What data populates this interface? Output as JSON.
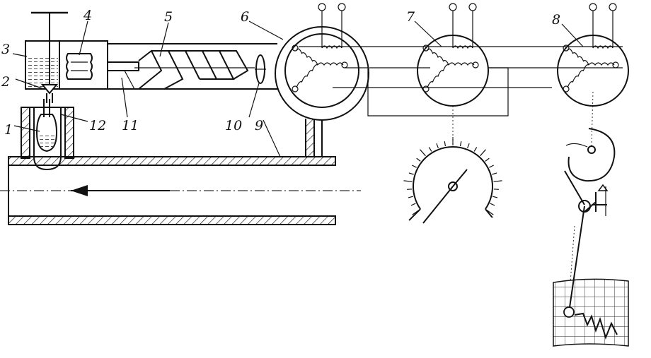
{
  "labels": {
    "n1": "1",
    "n2": "2",
    "n3": "3",
    "n4": "4",
    "n5": "5",
    "n6": "6",
    "n7": "7",
    "n8": "8",
    "n9": "9",
    "n10": "10",
    "n11": "11",
    "n12": "12"
  }
}
